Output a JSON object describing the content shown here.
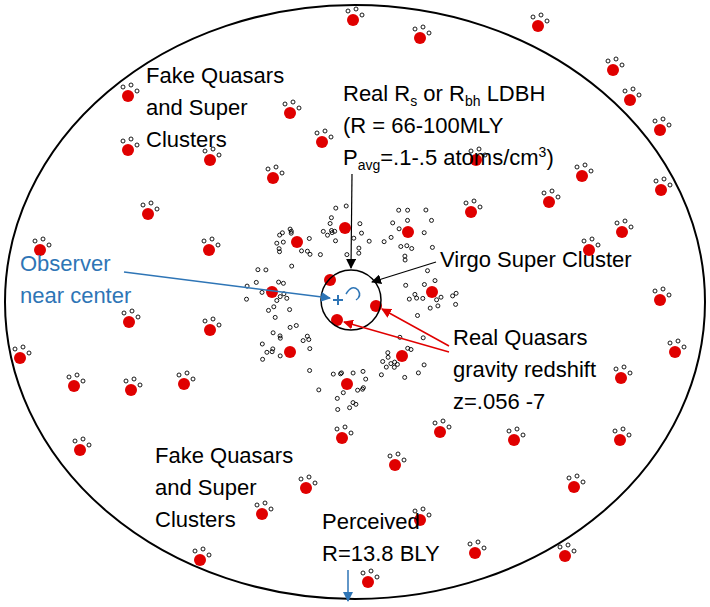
{
  "diagram": {
    "labels": [
      "Fake Quasars and Super Clusters",
      "Real Rs or Rbh LDBH (R = 66-100MLY Pavg=.1-.5 atoms/cm3)",
      "Virgo Super Cluster",
      "Observer near center",
      "Real Quasars gravity redshift z=.056 -7",
      "Fake Quasars and Super Clusters",
      "Perceived R=13.8 BLY"
    ]
  }
}
